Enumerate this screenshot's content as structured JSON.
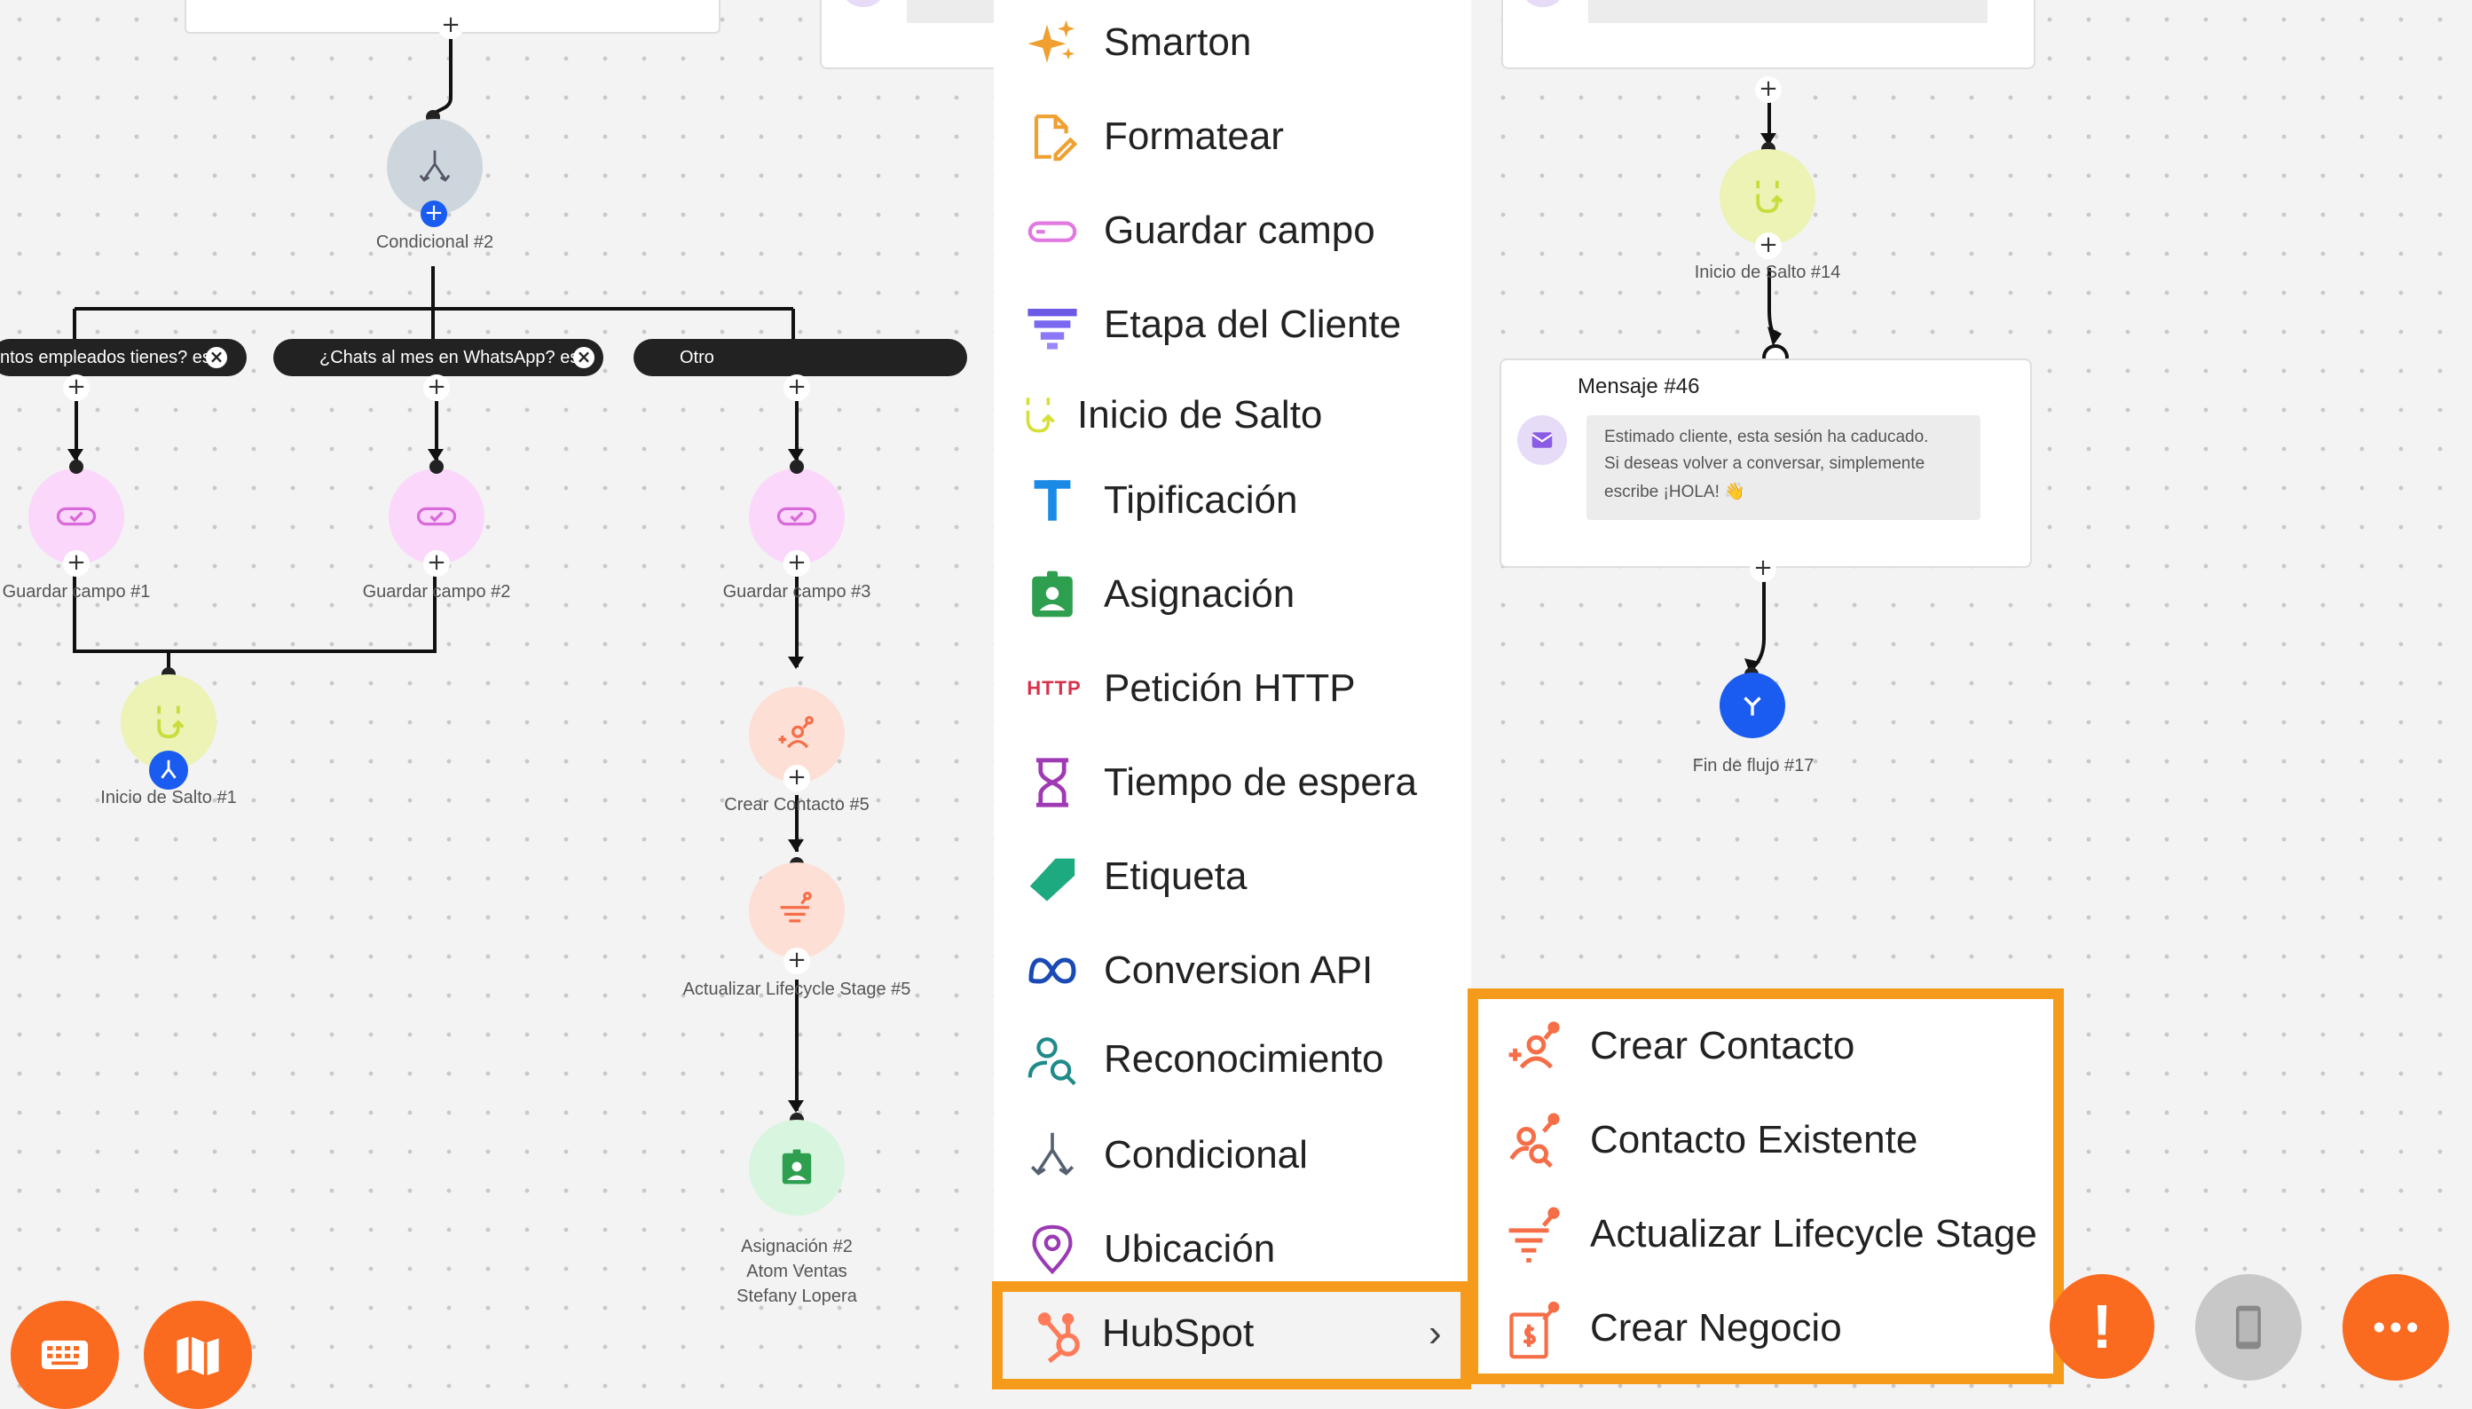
{
  "canvas": {
    "connector_plus": "+",
    "nodes": {
      "conditional2": "Condicional #2",
      "save1": "Guardar campo #1",
      "save2": "Guardar campo #2",
      "save3": "Guardar campo #3",
      "jump1": "Inicio de Salto #1",
      "create5": "Crear Contacto #5",
      "lifecycle5": "Actualizar Lifecycle Stage #5",
      "assign2_line1": "Asignación #2",
      "assign2_line2": "Atom Ventas",
      "assign2_line3": "Stefany Lopera",
      "jump14": "Inicio de Salto #14",
      "end17": "Fin de flujo #17"
    },
    "branches": {
      "branch1": "ntos empleados tienes? es",
      "branch2": "¿Chats al mes en WhatsApp? es",
      "branch3": "Otro"
    },
    "message46": {
      "title": "Mensaje #46",
      "line1": "Estimado cliente, esta sesión ha caducado.",
      "line2": "Si deseas volver a conversar, simplemente",
      "line3": "escribe ¡HOLA! 👋"
    }
  },
  "menu": {
    "items": [
      {
        "label": "Smarton",
        "icon": "sparkle-icon"
      },
      {
        "label": "Formatear",
        "icon": "format-document-icon"
      },
      {
        "label": "Guardar campo",
        "icon": "save-field-icon"
      },
      {
        "label": "Etapa del Cliente",
        "icon": "funnel-icon"
      },
      {
        "label": "Inicio de Salto",
        "icon": "jump-start-icon"
      },
      {
        "label": "Tipificación",
        "icon": "typification-t-icon"
      },
      {
        "label": "Asignación",
        "icon": "assignment-badge-icon"
      },
      {
        "label": "Petición HTTP",
        "icon": "http-icon"
      },
      {
        "label": "Tiempo de espera",
        "icon": "hourglass-icon"
      },
      {
        "label": "Etiqueta",
        "icon": "tag-icon"
      },
      {
        "label": "Conversion API",
        "icon": "meta-icon"
      },
      {
        "label": "Reconocimiento",
        "icon": "user-search-icon"
      },
      {
        "label": "Condicional",
        "icon": "conditional-split-icon"
      },
      {
        "label": "Ubicación",
        "icon": "location-pin-icon"
      }
    ],
    "hubspot": {
      "label": "HubSpot",
      "icon": "hubspot-icon",
      "chevron": "›"
    },
    "http_badge": "HTTP"
  },
  "submenu": {
    "items": [
      {
        "label": "Crear Contacto",
        "icon": "hubspot-create-contact-icon"
      },
      {
        "label": "Contacto Existente",
        "icon": "hubspot-existing-contact-icon"
      },
      {
        "label": "Actualizar Lifecycle Stage",
        "icon": "hubspot-lifecycle-icon"
      },
      {
        "label": "Crear Negocio",
        "icon": "hubspot-create-deal-icon"
      }
    ]
  },
  "fab": {
    "keyboard": "keyboard-icon",
    "map": "map-icon",
    "alert": "!",
    "phone": "phone-icon",
    "more": "more-icon"
  },
  "colors": {
    "orange": "#fa6a1f",
    "highlight": "#f59a1b",
    "hubspot": "#ff7a59",
    "pink": "#f0a8f0",
    "jump": "#e8f2a8",
    "blue": "#1a5cf0"
  }
}
